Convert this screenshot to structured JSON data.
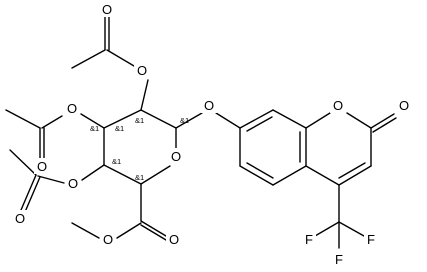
{
  "atoms": {
    "o_top_acetyl_carbonyl": "O",
    "o_top_ester": "O",
    "o_left_acetyl_carbonyl": "O",
    "o_left_ester": "O",
    "o_lower_ester": "O",
    "o_lower_acetyl_carbonyl": "O",
    "o_ring": "O",
    "o_glycosidic": "O",
    "o_methyl_ester": "O",
    "o_carboxyl_carbonyl": "O",
    "o_coumarin_ring": "O",
    "o_coumarin_carbonyl": "O",
    "f_left": "F",
    "f_right": "F",
    "f_bottom": "F"
  },
  "stereo_labels": {
    "c2": "&1",
    "c3_right": "&1",
    "c3_left": "&1",
    "c1": "&1",
    "c4": "&1",
    "c5": "&1"
  }
}
